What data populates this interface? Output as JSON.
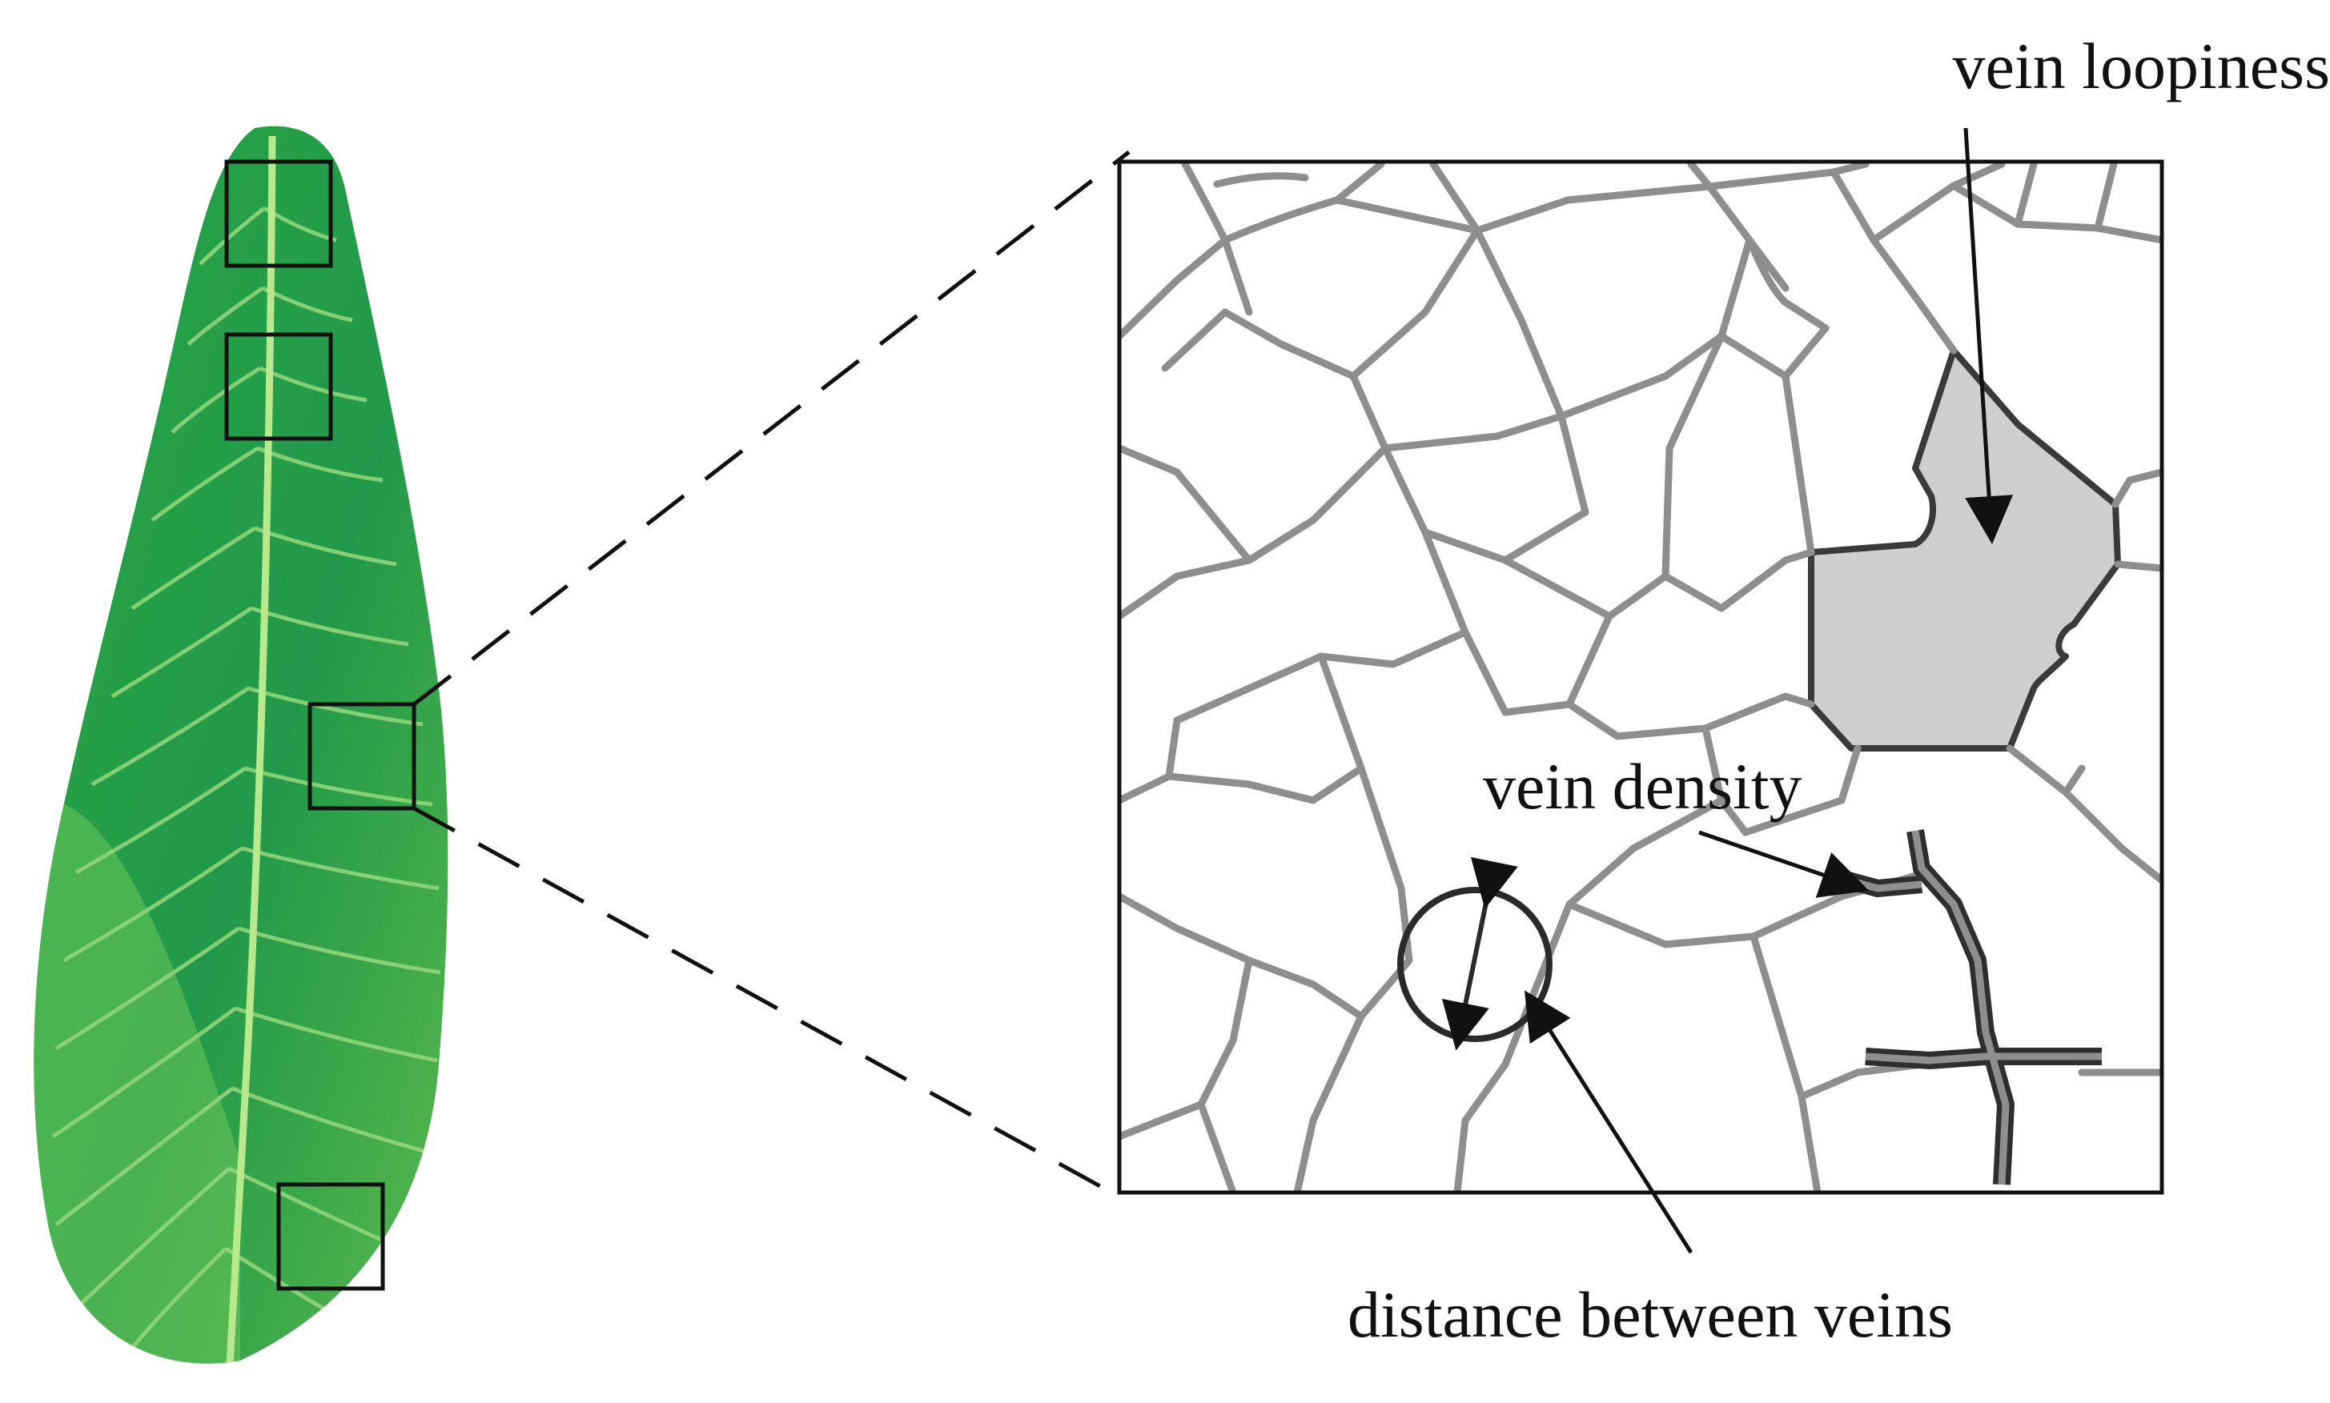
{
  "labels": {
    "loopiness": "vein loopiness",
    "density": "vein density",
    "distance": "distance between veins"
  },
  "colors": {
    "leaf_dark": "#1f8f3a",
    "leaf_mid": "#2fae48",
    "leaf_light": "#6cc65a",
    "vein_light": "#9fdc86",
    "outline": "#111111",
    "network_vein": "#8e8e8e",
    "areole_fill": "#cfcfcf",
    "highlight_vein": "#3a3a3a"
  }
}
